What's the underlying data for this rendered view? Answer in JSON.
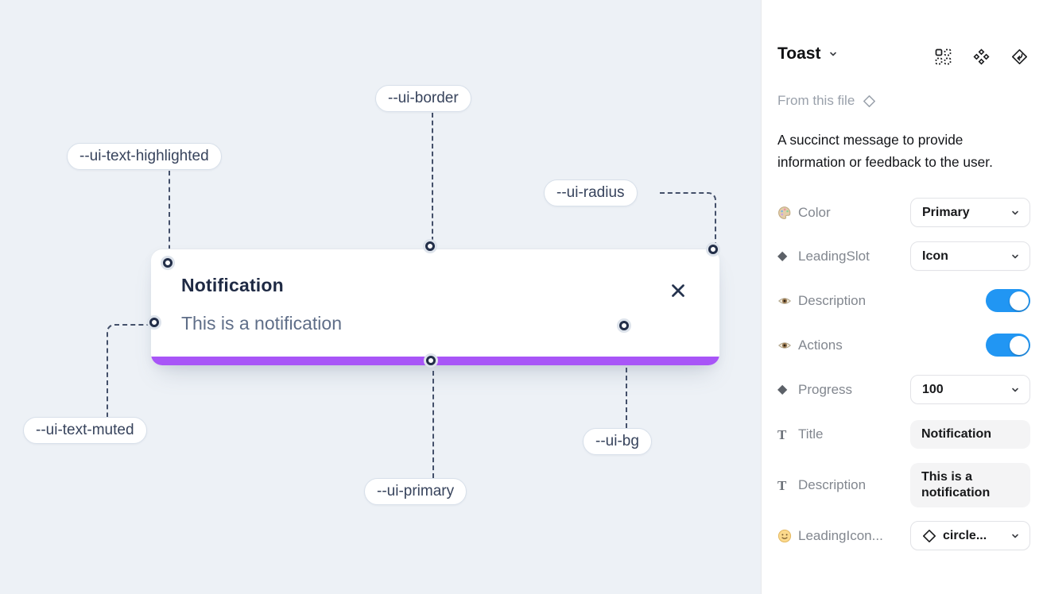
{
  "canvas": {
    "toast": {
      "title": "Notification",
      "description": "This is a notification"
    },
    "annotations": [
      {
        "name": "ui-text-highlighted",
        "label": "--ui-text-highlighted"
      },
      {
        "name": "ui-border",
        "label": "--ui-border"
      },
      {
        "name": "ui-radius",
        "label": "--ui-radius"
      },
      {
        "name": "ui-text-muted",
        "label": "--ui-text-muted"
      },
      {
        "name": "ui-primary",
        "label": "--ui-primary"
      },
      {
        "name": "ui-bg",
        "label": "--ui-bg"
      }
    ],
    "colors": {
      "progress_bar": "#a855f7",
      "background": "#edf1f6"
    }
  },
  "panel": {
    "title": "Toast",
    "source_label": "From this file",
    "description": "A succinct message to provide information or feedback to the user.",
    "header_icons": [
      "swap-instance-icon",
      "component-icon",
      "return-to-component-icon"
    ],
    "properties": [
      {
        "icon": "palette-icon",
        "label": "Color",
        "type": "select",
        "value": "Primary"
      },
      {
        "icon": "diamond-icon",
        "label": "LeadingSlot",
        "type": "select",
        "value": "Icon"
      },
      {
        "icon": "eye-icon",
        "label": "Description",
        "type": "toggle",
        "value": true
      },
      {
        "icon": "eye-icon",
        "label": "Actions",
        "type": "toggle",
        "value": true
      },
      {
        "icon": "diamond-icon",
        "label": "Progress",
        "type": "select",
        "value": "100"
      },
      {
        "icon": "text-icon",
        "label": "Title",
        "type": "text",
        "value": "Notification"
      },
      {
        "icon": "text-icon",
        "label": "Description",
        "type": "text",
        "value": "This is a notification"
      },
      {
        "icon": "smiley-icon",
        "label": "LeadingIcon...",
        "type": "select",
        "value": "circle..."
      }
    ],
    "colors": {
      "toggle_on": "#2196f3"
    }
  }
}
